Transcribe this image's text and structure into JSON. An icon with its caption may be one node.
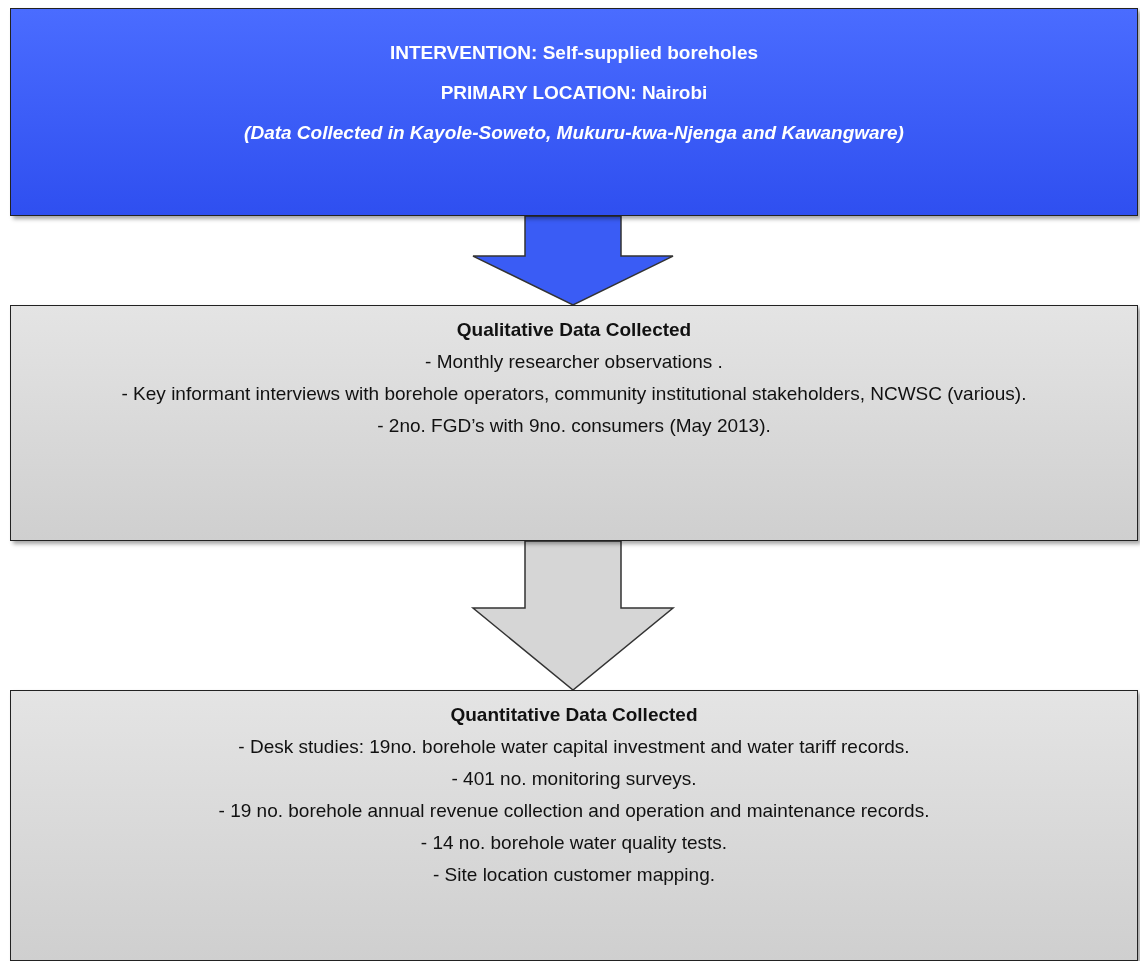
{
  "diagram": {
    "nodes": [
      {
        "text": [
          "INTERVENTION: Self-supplied boreholes",
          "PRIMARY LOCATION: Nairobi",
          "(Data Collected in Kayole-Soweto, Mukuru-kwa-Njenga and Kawangware)"
        ]
      },
      {
        "text": [
          "Qualitative Data Collected",
          "- Monthly researcher observations .",
          "- Key informant interviews with borehole operators, community institutional stakeholders, NCWSC (various).",
          "- 2no. FGD’s with 9no. consumers (May 2013)."
        ]
      },
      {
        "text": [
          "Quantitative Data Collected",
          "- Desk studies: 19no. borehole water capital investment and water tariff records.",
          "- 401 no. monitoring surveys.",
          "- 19 no. borehole annual revenue collection and operation and maintenance records.",
          "- 14 no. borehole water quality tests.",
          "- Site location customer mapping."
        ]
      }
    ],
    "edges": [
      {
        "from": 0,
        "to": 1,
        "arrow": "to",
        "color": "#3a5cf5"
      },
      {
        "from": 1,
        "to": 2,
        "arrow": "to"
      }
    ]
  }
}
